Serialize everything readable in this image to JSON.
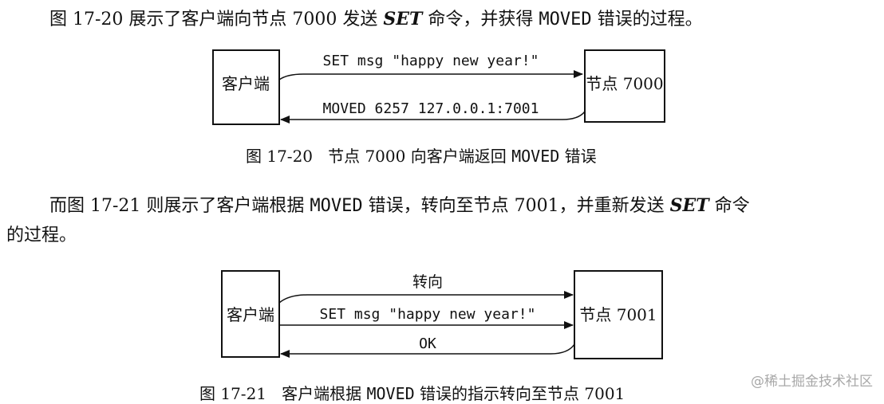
{
  "para1": {
    "t1": "图 17-20 展示了客户端向节点 7000 发送 ",
    "set": "SET",
    "t2": " 命令，并获得 ",
    "moved": "MOVED",
    "t3": " 错误的过程。"
  },
  "fig1": {
    "left_box": "客户端",
    "right_box": "节点 7000",
    "arrow_top": "SET msg \"happy new year!\"",
    "arrow_bottom": "MOVED 6257 127.0.0.1:7001",
    "caption_num": "图 17-20",
    "caption_t1": "节点 7000 向客户端返回 ",
    "caption_moved": "MOVED",
    "caption_t2": " 错误"
  },
  "para2": {
    "t1": "而图 17-21 则展示了客户端根据 ",
    "moved": "MOVED",
    "t2": " 错误，转向至节点 7001，并重新发送 ",
    "set": "SET",
    "t3": " 命令",
    "line2": "的过程。"
  },
  "fig2": {
    "left_box": "客户端",
    "right_box": "节点 7001",
    "arrow_label_top": "转向",
    "arrow_middle": "SET msg \"happy new year!\"",
    "arrow_bottom": "OK",
    "caption_num": "图 17-21",
    "caption_t1": "客户端根据 ",
    "caption_moved": "MOVED",
    "caption_t2": " 错误的指示转向至节点 7001"
  },
  "watermark": "@稀土掘金技术社区"
}
